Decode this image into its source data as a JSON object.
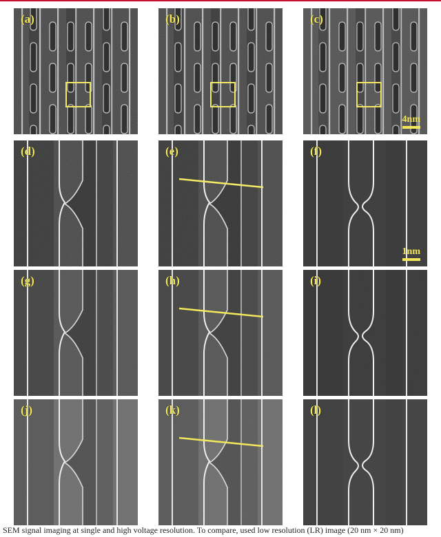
{
  "panels": [
    {
      "id": "a",
      "label": "(a)",
      "kind": "overview",
      "noise": 0.9,
      "bg": "#4a4a4a"
    },
    {
      "id": "b",
      "label": "(b)",
      "kind": "overview",
      "noise": 0.9,
      "bg": "#4a4a4a"
    },
    {
      "id": "c",
      "label": "(c)",
      "kind": "overview",
      "noise": 0.3,
      "bg": "#575757"
    },
    {
      "id": "d",
      "label": "(d)",
      "kind": "closeup-single",
      "noise": 0.9,
      "bg": "#4a4a4a"
    },
    {
      "id": "e",
      "label": "(e)",
      "kind": "closeup-single",
      "noise": 0.9,
      "bg": "#4a4a4a",
      "line": true
    },
    {
      "id": "f",
      "label": "(f)",
      "kind": "closeup-double",
      "noise": 0.3,
      "bg": "#3e3e3e"
    },
    {
      "id": "g",
      "label": "(g)",
      "kind": "closeup-single",
      "noise": 0.08,
      "bg": "#5a5a5a"
    },
    {
      "id": "h",
      "label": "(h)",
      "kind": "closeup-single",
      "noise": 0.08,
      "bg": "#5a5a5a",
      "line": true
    },
    {
      "id": "i",
      "label": "(i)",
      "kind": "closeup-double",
      "noise": 0.05,
      "bg": "#3e3e3e"
    },
    {
      "id": "j",
      "label": "(j)",
      "kind": "closeup-single",
      "noise": 0.15,
      "bg": "#707070"
    },
    {
      "id": "k",
      "label": "(k)",
      "kind": "closeup-single",
      "noise": 0.15,
      "bg": "#707070",
      "line": true
    },
    {
      "id": "l",
      "label": "(l)",
      "kind": "closeup-double",
      "noise": 0.1,
      "bg": "#454545"
    }
  ],
  "scalebars": {
    "overview": "4nm",
    "closeup": "1nm"
  },
  "colors": {
    "annotation": "#f3e85a",
    "accent_rule": "#c8102e"
  },
  "caption": "SEM signal imaging at single and high voltage resolution. To compare, used low resolution (LR) image (20 nm × 20 nm)"
}
